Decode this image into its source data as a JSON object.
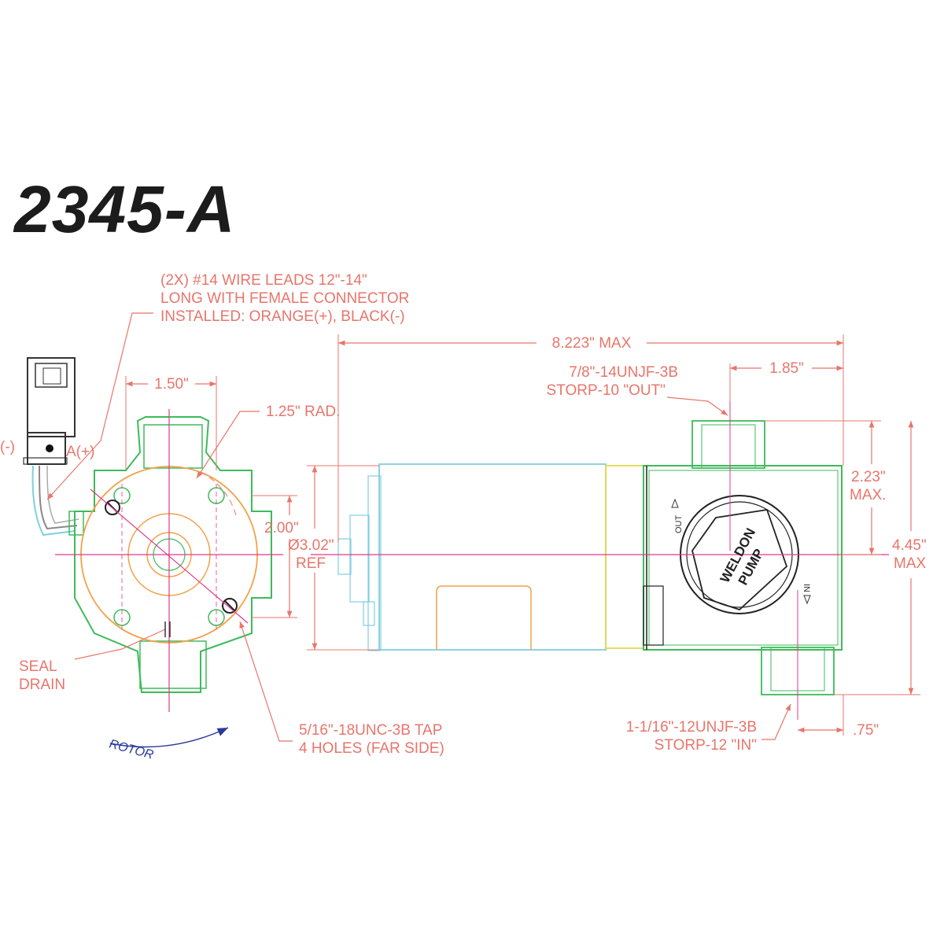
{
  "title": "2345-A",
  "labels": {
    "wire_leads_1": "(2X) #14 WIRE LEADS 12\"-14\"",
    "wire_leads_2": "LONG WITH FEMALE CONNECTOR",
    "wire_leads_3": "INSTALLED: ORANGE(+), BLACK(-)",
    "neg": "(-)",
    "pos": "A(+)",
    "dim_150": "1.50\"",
    "rad_125": "1.25\" RAD.",
    "dim_200": "2.00\"",
    "dia_302": "Ø3.02\"",
    "ref": "REF",
    "seal": "SEAL",
    "drain": "DRAIN",
    "tap_1": "5/16\"-18UNC-3B TAP",
    "tap_2": "4 HOLES (FAR SIDE)",
    "rotor": "ROTOR",
    "dim_8223": "8.223\" MAX",
    "out_port_1": "7/8\"-14UNJF-3B",
    "out_port_2": "STORP-10 \"OUT\"",
    "dim_185": "1.85\"",
    "dim_223": "2.23\"",
    "max_short": "MAX.",
    "dim_445": "4.45\"",
    "max": "MAX",
    "in_port_1": "1-1/16\"-12UNJF-3B",
    "in_port_2": "STORP-12 \"IN\"",
    "dim_75": ".75\"",
    "pump_brand_1": "WELDON",
    "pump_brand_2": "PUMP",
    "out_mark": "OUT",
    "in_mark": "IN"
  },
  "colors": {
    "dimension": "#e8756b",
    "body_green": "#3dbb5a",
    "motor_cyan": "#7fcfe0",
    "flange_orange": "#f2a24a",
    "centerline": "#e0388a",
    "rotor_arrow": "#2a3a9a",
    "yellow_band": "#e6d84a"
  }
}
